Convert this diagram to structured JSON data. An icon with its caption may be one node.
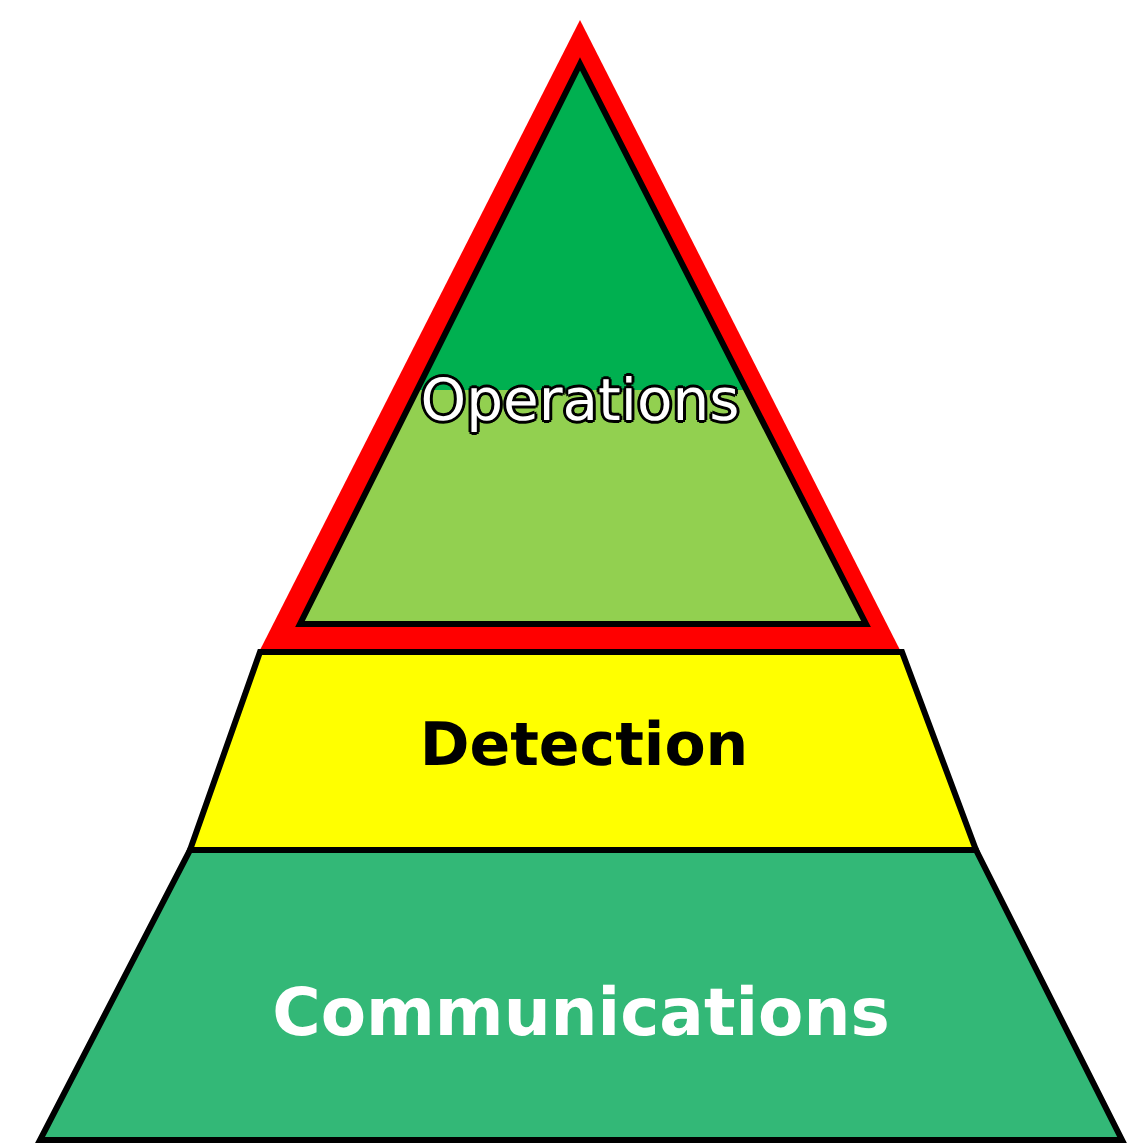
{
  "diagram": {
    "nodes": [
      {
        "text": [
          "Operations"
        ]
      },
      {
        "text": [
          "Detection"
        ]
      },
      {
        "text": [
          "Communications"
        ]
      }
    ]
  }
}
